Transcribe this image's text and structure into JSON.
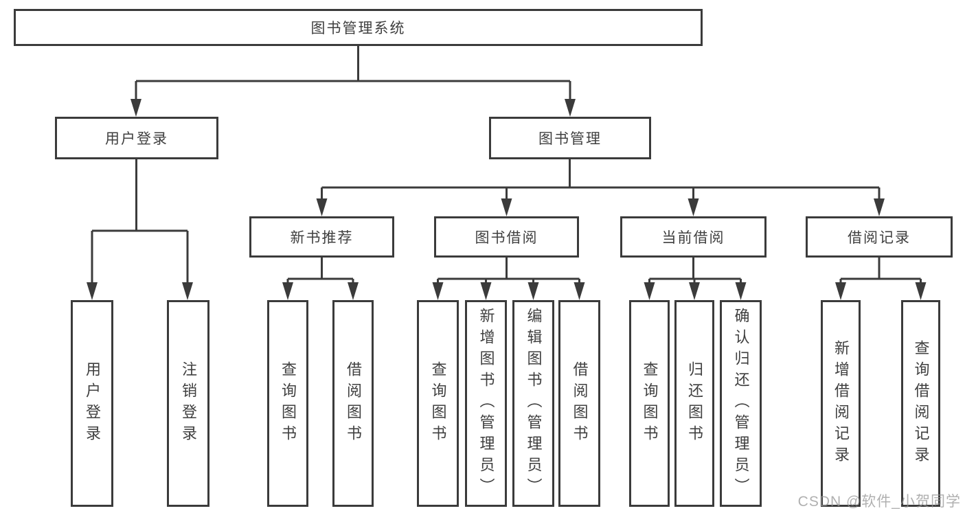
{
  "diagram": {
    "title": "图书管理系统",
    "level2": [
      {
        "label": "用户登录"
      },
      {
        "label": "图书管理"
      }
    ],
    "level3": [
      {
        "label": "新书推荐"
      },
      {
        "label": "图书借阅"
      },
      {
        "label": "当前借阅"
      },
      {
        "label": "借阅记录"
      }
    ],
    "leaves": [
      {
        "label": "用户登录"
      },
      {
        "label": "注销登录"
      },
      {
        "label": "查询图书"
      },
      {
        "label": "借阅图书"
      },
      {
        "label": "查询图书"
      },
      {
        "label": "新增图书（管理员）"
      },
      {
        "label": "编辑图书（管理员）"
      },
      {
        "label": "借阅图书"
      },
      {
        "label": "查询图书"
      },
      {
        "label": "归还图书"
      },
      {
        "label": "确认归还（管理员）"
      },
      {
        "label": "新增借阅记录"
      },
      {
        "label": "查询借阅记录"
      }
    ],
    "watermark": "CSDN @软件_小贺同学",
    "colors": {
      "line": "#3b3b3b",
      "text": "#3f3f3f",
      "watermark": "#b0b0b0",
      "background": "#ffffff"
    }
  }
}
